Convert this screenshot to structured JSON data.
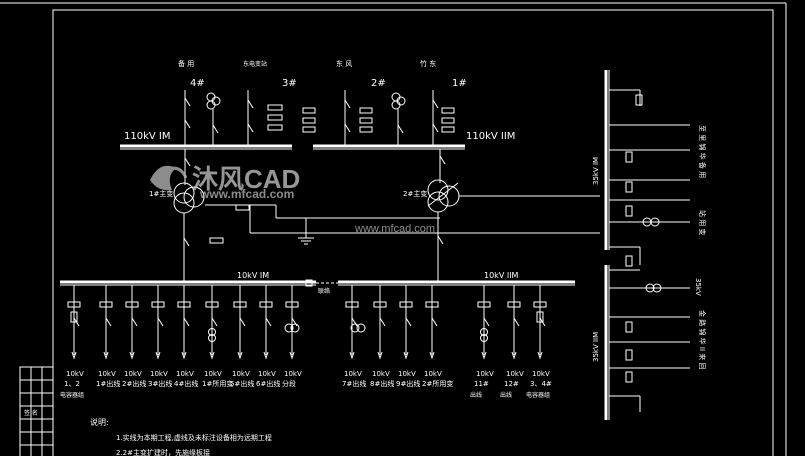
{
  "title_110kv_left": "110kV IM",
  "title_110kv_right": "110kV IIM",
  "title_10kv_left": "10kV IM",
  "title_10kv_right": "10kV IIM",
  "tie_label": "联络",
  "bay_110": [
    {
      "name": "备 用",
      "num": "4#"
    },
    {
      "name": "东电变站",
      "num": "3#"
    },
    {
      "name": "东 风",
      "num": "2#"
    },
    {
      "name": "竹 东",
      "num": "1#"
    }
  ],
  "transformer_1": "1#主变",
  "transformer_2": "2#主变",
  "bus_35_left": "35kV IM",
  "bus_35_right": "35kV",
  "bus_35_mid": "35kV IIM",
  "right_vertical_1": "至 里 锦 华 备 用",
  "right_vertical_2": "站 用 变",
  "right_vertical_3": "金 路 锦 华 II 来 回",
  "feeders_10": [
    {
      "v": "10kV",
      "n": "1、2",
      "d": "电容器组"
    },
    {
      "v": "10kV",
      "n": "1#出线",
      "d": ""
    },
    {
      "v": "10kV",
      "n": "2#出线",
      "d": ""
    },
    {
      "v": "10kV",
      "n": "3#出线",
      "d": ""
    },
    {
      "v": "10kV",
      "n": "4#出线",
      "d": ""
    },
    {
      "v": "10kV",
      "n": "1#所用变",
      "d": ""
    },
    {
      "v": "10kV",
      "n": "5#出线",
      "d": ""
    },
    {
      "v": "10kV",
      "n": "6#出线",
      "d": ""
    },
    {
      "v": "10kV",
      "n": "分段",
      "d": ""
    },
    {
      "v": "10kV",
      "n": "7#出线",
      "d": ""
    },
    {
      "v": "10kV",
      "n": "8#出线",
      "d": ""
    },
    {
      "v": "10kV",
      "n": "9#出线",
      "d": ""
    },
    {
      "v": "10kV",
      "n": "2#所用变",
      "d": ""
    },
    {
      "v": "10kV",
      "n": "11#",
      "d": "出线"
    },
    {
      "v": "10kV",
      "n": "12#",
      "d": "出线"
    },
    {
      "v": "10kV",
      "n": "3、4#",
      "d": "电容器组"
    }
  ],
  "notes_title": "说明:",
  "note_1": "1.实线为本期工程,虚线及未标注设备相为远期工程",
  "note_2": "2.2#主变扩建时，先施缘板接",
  "watermark_brand": "沐风CAD",
  "watermark_url1": "www.mfcad.com",
  "watermark_url2": "www.mfcad.com",
  "stamp_text": "签 名"
}
